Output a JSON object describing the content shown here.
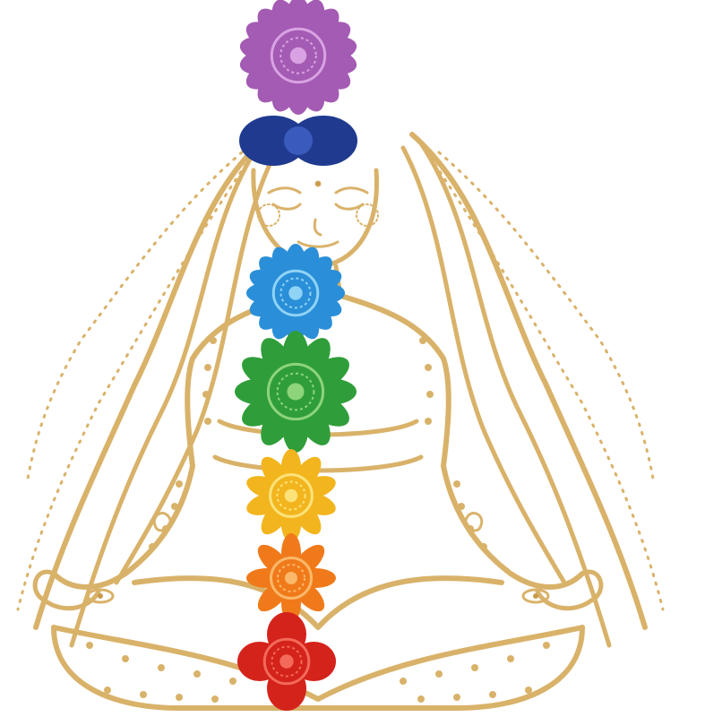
{
  "illustration": {
    "colors": {
      "background": "#ffffff",
      "gold": "#d9b26a",
      "gold_dark": "#c99a4a"
    },
    "chakras": [
      {
        "key": "crown",
        "color": "#a45bb3",
        "accent": "#d9a3e3",
        "petals": 18
      },
      {
        "key": "third-eye",
        "color": "#1f3a8f",
        "accent": "#3a5bbd",
        "petals": 2
      },
      {
        "key": "throat",
        "color": "#2a8fd8",
        "accent": "#8fd3f5",
        "petals": 16
      },
      {
        "key": "heart",
        "color": "#2f9e3a",
        "accent": "#8ed47a",
        "petals": 12
      },
      {
        "key": "solar-plexus",
        "color": "#f2b51e",
        "accent": "#fde27a",
        "petals": 10
      },
      {
        "key": "sacral",
        "color": "#f07a1a",
        "accent": "#fbb86a",
        "petals": 8
      },
      {
        "key": "root",
        "color": "#d4231b",
        "accent": "#f36a5a",
        "petals": 4
      }
    ]
  }
}
